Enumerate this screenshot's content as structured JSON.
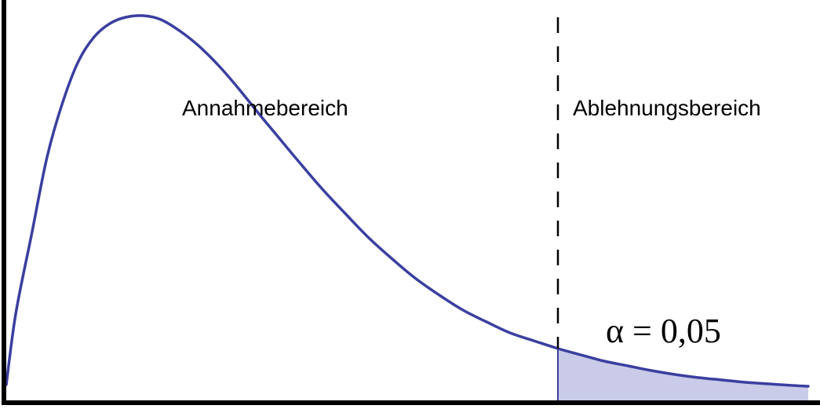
{
  "labels": {
    "acceptance_region": "Annahmebereich",
    "rejection_region": "Ablehnungsbereich",
    "alpha": "α = 0,05"
  },
  "colors": {
    "curve": "#3a3fa0",
    "rejection_fill": "#c9cbe8",
    "axis": "#000000",
    "critical_line": "#000000"
  }
}
